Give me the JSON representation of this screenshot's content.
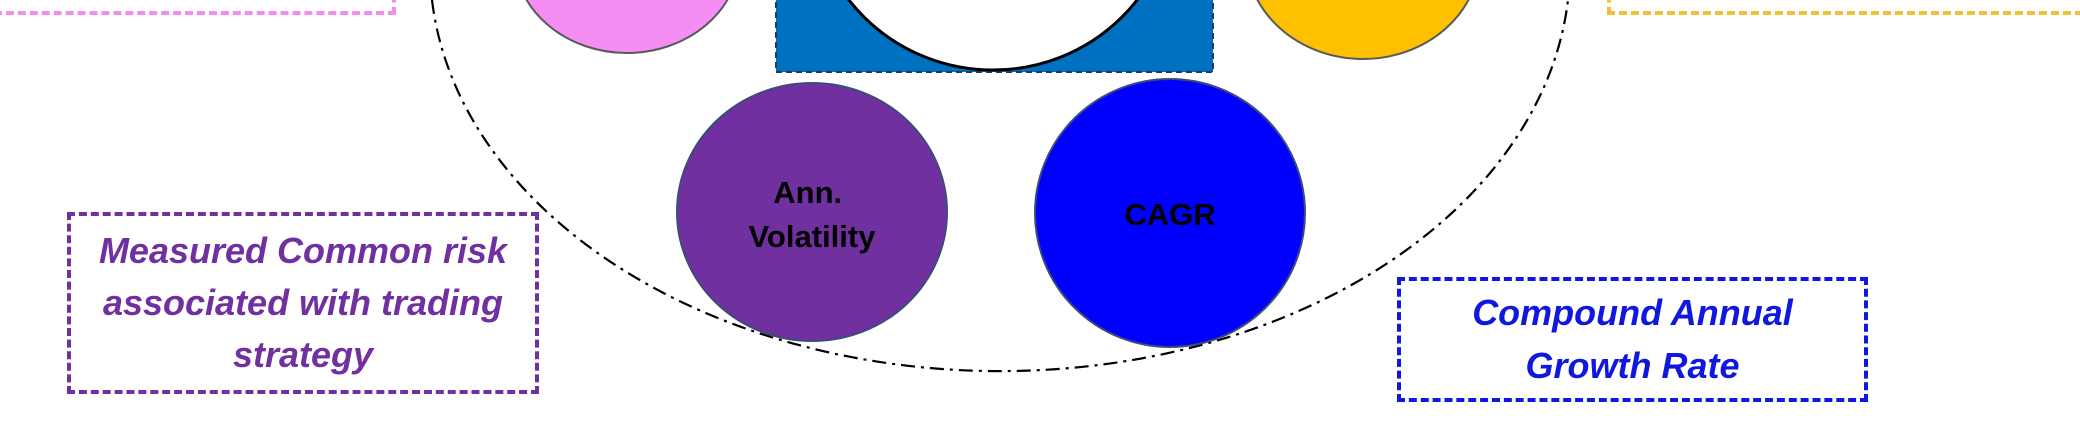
{
  "nodes": {
    "volatility": {
      "label_line1": "Ann.",
      "label_line2": "Volatility",
      "color": "#7030a0"
    },
    "cagr": {
      "label": "CAGR",
      "color": "#0000ff"
    },
    "pink_top": {
      "color": "#f48ef2"
    },
    "yellow_top": {
      "color": "#ffc000"
    },
    "center_hub": {
      "color": "#0070c0"
    }
  },
  "callouts": {
    "volatility": {
      "text": "Measured Common risk\nassociated with trading\nstrategy",
      "color": "#7030a0"
    },
    "cagr": {
      "text": "Compound Annual\nGrowth Rate",
      "color": "#1018e0"
    },
    "pink_top": {
      "color": "#f28cf0"
    },
    "yellow_top": {
      "color": "#f2c038"
    }
  }
}
